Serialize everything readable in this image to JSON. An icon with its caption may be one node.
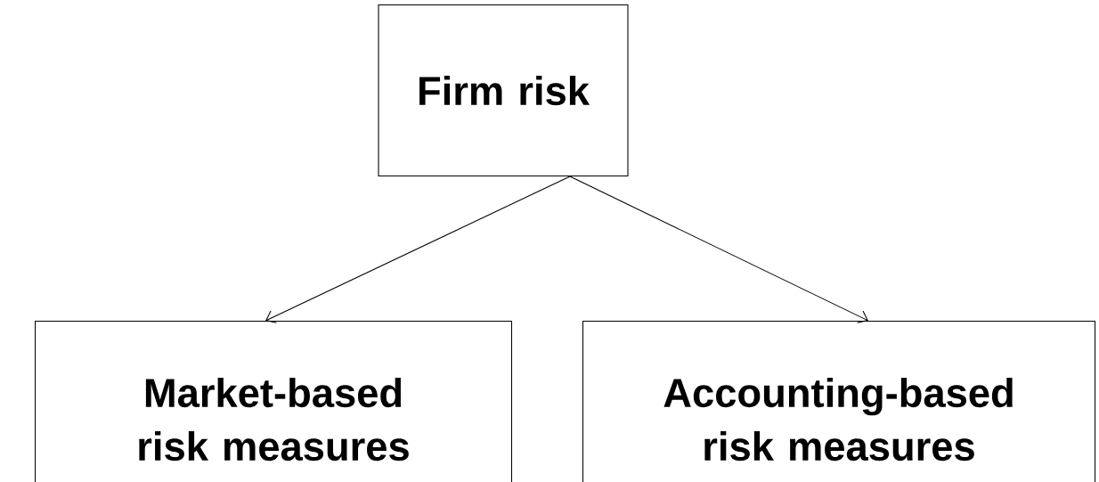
{
  "diagram": {
    "nodes": [
      {
        "text": [
          "Firm risk"
        ]
      },
      {
        "text": [
          "Market-based risk measures"
        ]
      },
      {
        "text": [
          "Accounting-based risk measures"
        ]
      }
    ],
    "edges": [
      {
        "from": 0,
        "to": 1,
        "arrow": "to"
      },
      {
        "from": 0,
        "to": 2,
        "arrow": "to"
      }
    ]
  }
}
